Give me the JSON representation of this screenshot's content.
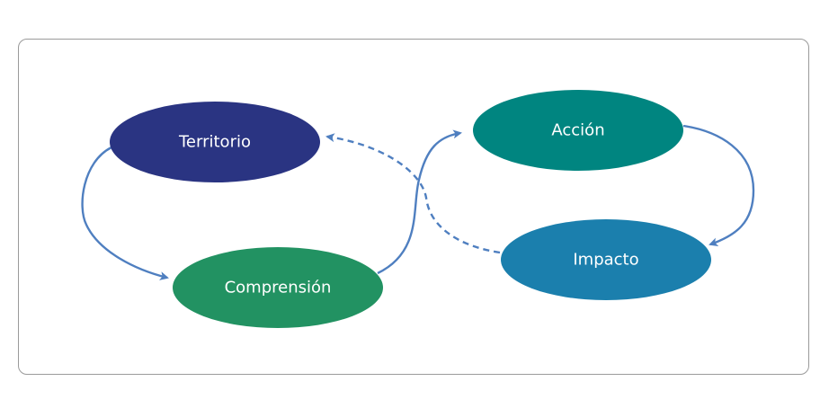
{
  "nodes": {
    "territorio": {
      "label": "Territorio",
      "color": "#2a3482"
    },
    "comprension": {
      "label": "Comprensión",
      "color": "#229262"
    },
    "accion": {
      "label": "Acción",
      "color": "#008580"
    },
    "impacto": {
      "label": "Impacto",
      "color": "#1b7fad"
    }
  },
  "edges": [
    {
      "from": "territorio",
      "to": "comprension",
      "style": "solid"
    },
    {
      "from": "comprension",
      "to": "accion",
      "style": "solid"
    },
    {
      "from": "accion",
      "to": "impacto",
      "style": "solid"
    },
    {
      "from": "impacto",
      "to": "territorio",
      "style": "dashed"
    }
  ],
  "colors": {
    "arrow": "#4f7fc0",
    "frame_border": "#9a9a9a"
  }
}
